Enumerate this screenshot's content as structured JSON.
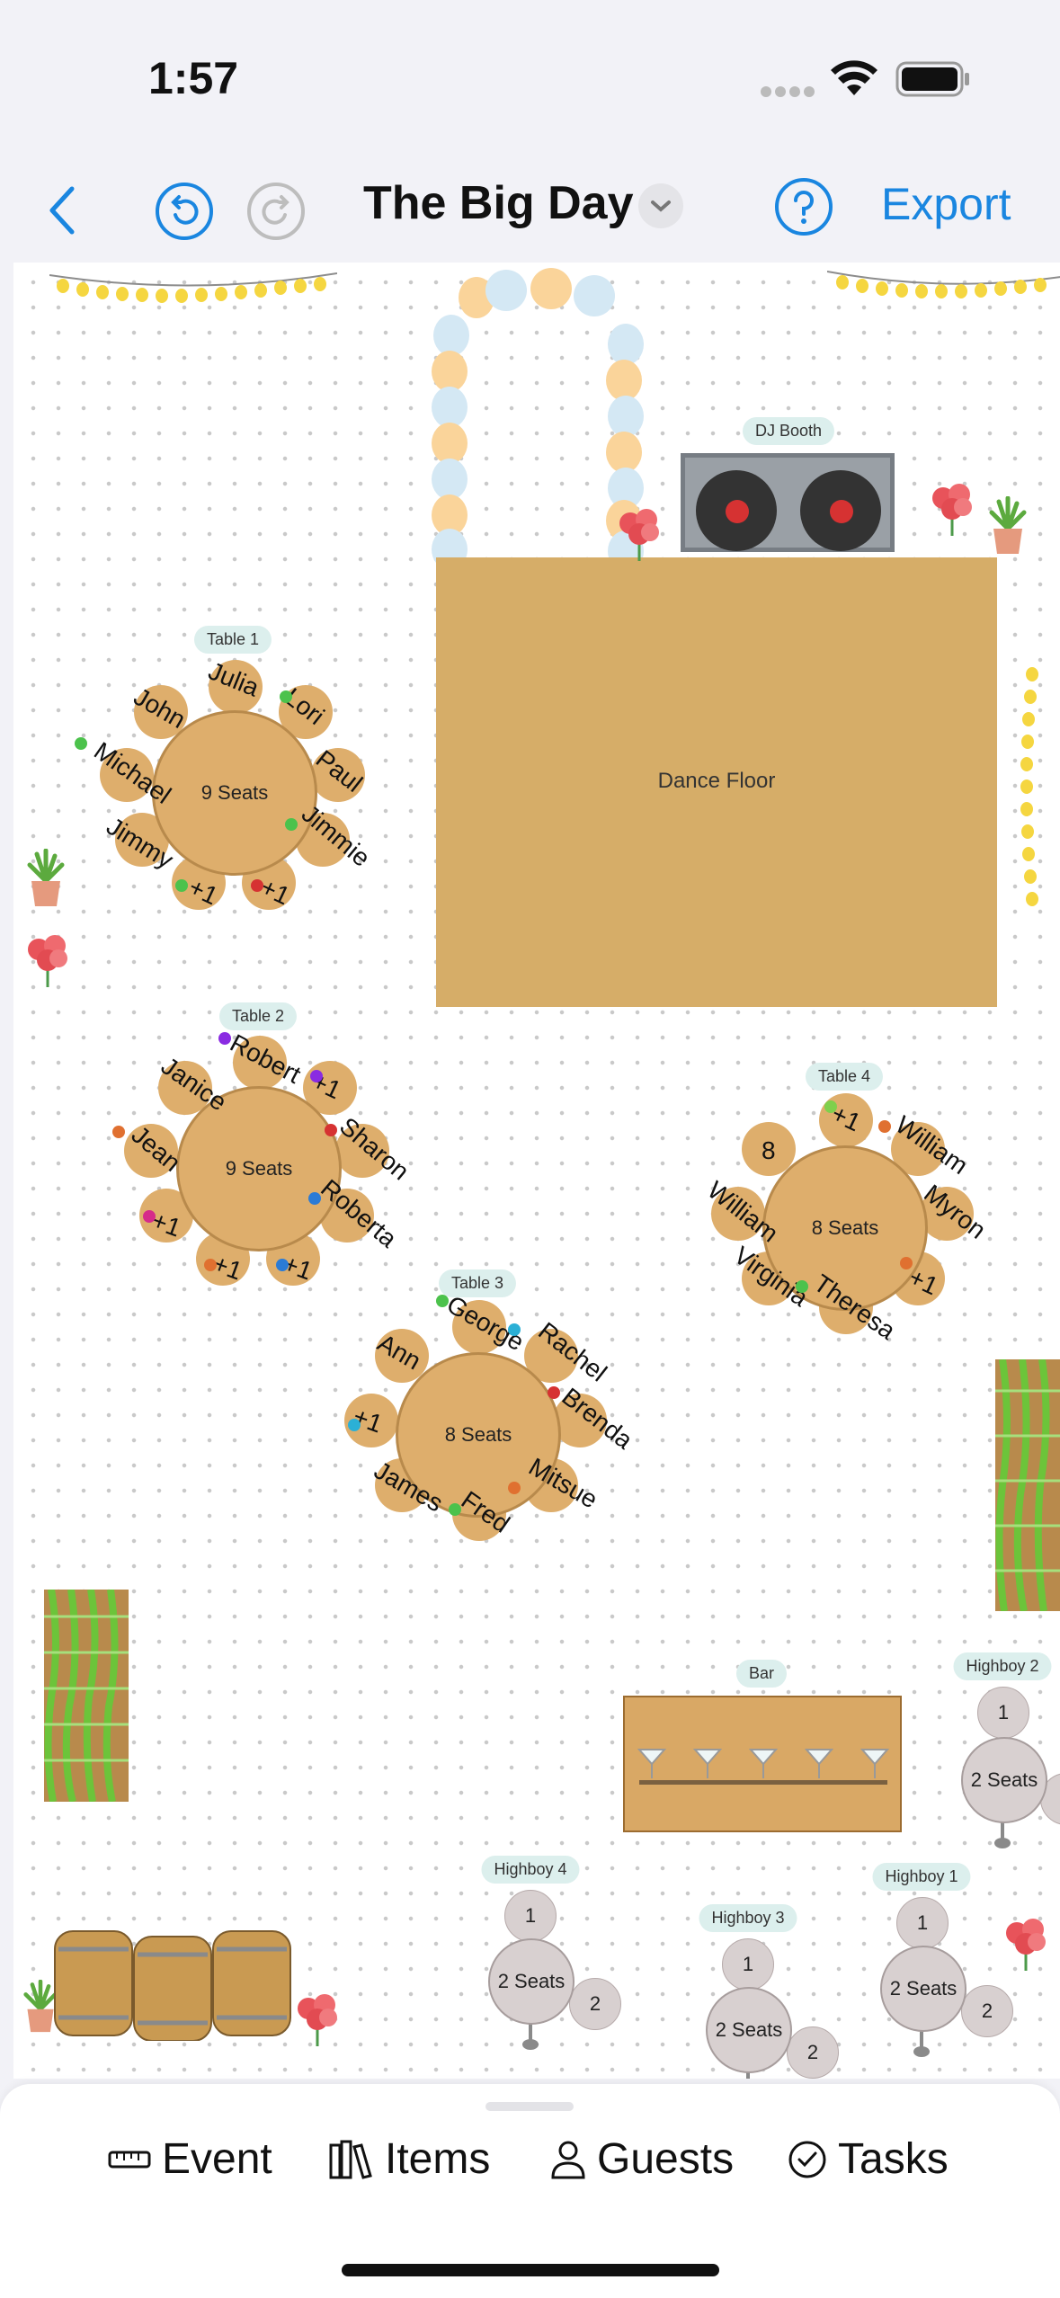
{
  "status": {
    "time": "1:57"
  },
  "nav": {
    "title": "The Big Day",
    "export": "Export"
  },
  "venue": {
    "dance_floor": "Dance Floor",
    "dj_booth": "DJ Booth",
    "bar": "Bar"
  },
  "tables": [
    {
      "label": "Table 1",
      "seats_text": "9 Seats",
      "guests": [
        "Julia",
        "Lori",
        "Paul",
        "Jimmie",
        "+1",
        "+1",
        "Jimmy",
        "Michael",
        "John"
      ]
    },
    {
      "label": "Table 2",
      "seats_text": "9 Seats",
      "guests": [
        "Robert",
        "+1",
        "Sharon",
        "Roberta",
        "+1",
        "+1",
        "+1",
        "Jean",
        "Janice"
      ]
    },
    {
      "label": "Table 3",
      "seats_text": "8 Seats",
      "guests": [
        "George",
        "Rachel",
        "Brenda",
        "Mitsue",
        "Fred",
        "James",
        "+1",
        "Ann"
      ]
    },
    {
      "label": "Table 4",
      "seats_text": "8 Seats",
      "guests": [
        "+1",
        "William",
        "Myron",
        "+1",
        "Theresa",
        "Virginia",
        "William",
        "8"
      ]
    }
  ],
  "highboys": [
    {
      "label": "Highboy 1",
      "seats_text": "2 Seats",
      "seat1": "1",
      "seat2": "2"
    },
    {
      "label": "Highboy 2",
      "seats_text": "2 Seats",
      "seat1": "1"
    },
    {
      "label": "Highboy 3",
      "seats_text": "2 Seats",
      "seat1": "1",
      "seat2": "2"
    },
    {
      "label": "Highboy 4",
      "seats_text": "2 Seats",
      "seat1": "1",
      "seat2": "2"
    }
  ],
  "tabs": [
    {
      "label": "Event",
      "icon": "ruler-icon"
    },
    {
      "label": "Items",
      "icon": "books-icon"
    },
    {
      "label": "Guests",
      "icon": "person-icon"
    },
    {
      "label": "Tasks",
      "icon": "checkmark-circle-icon"
    }
  ],
  "colors": {
    "accent": "#1a86e0",
    "table_fill": "#deae6c",
    "dance_floor": "#d6ad68"
  }
}
